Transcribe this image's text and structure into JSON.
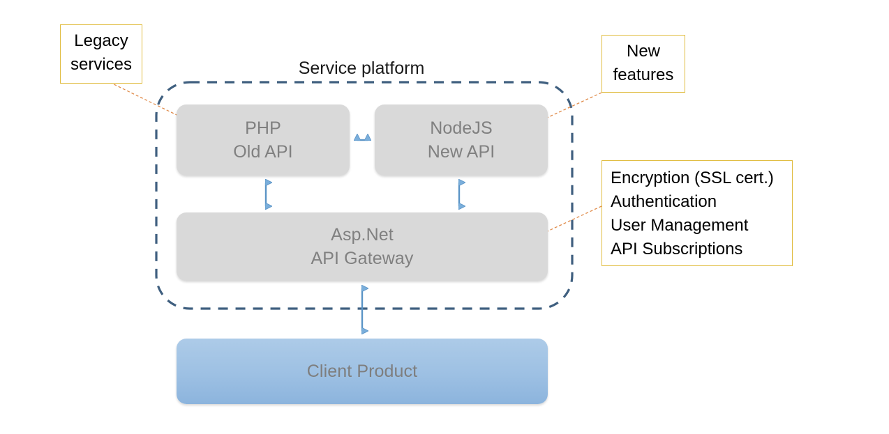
{
  "diagram": {
    "title": "Service platform",
    "platform_boundary": {
      "style": "dashed-rounded-rectangle",
      "stroke_color": "#3f5f7f"
    },
    "nodes": [
      {
        "id": "php",
        "line1": "PHP",
        "line2": "Old API",
        "fill": "#d9d9d9",
        "text_color": "#808080"
      },
      {
        "id": "nodejs",
        "line1": "NodeJS",
        "line2": "New API",
        "fill": "#d9d9d9",
        "text_color": "#808080"
      },
      {
        "id": "gateway",
        "line1": "Asp.Net",
        "line2": "API Gateway",
        "fill": "#d9d9d9",
        "text_color": "#808080"
      },
      {
        "id": "client",
        "line1": "Client Product",
        "line2": "",
        "fill": "#9dc0e3",
        "text_color": "#7e7e7e"
      }
    ],
    "connectors": {
      "color": "#4a90c4",
      "style": "double-headed-arrow",
      "links": [
        {
          "from": "php",
          "to": "nodejs",
          "orientation": "horizontal"
        },
        {
          "from": "php",
          "to": "gateway",
          "orientation": "vertical"
        },
        {
          "from": "nodejs",
          "to": "gateway",
          "orientation": "vertical"
        },
        {
          "from": "gateway",
          "to": "client",
          "orientation": "vertical"
        }
      ]
    },
    "callouts": [
      {
        "id": "legacy",
        "border_color": "#e0bc3f",
        "leader_color": "#e08030",
        "target": "php",
        "lines": [
          "Legacy",
          "services"
        ]
      },
      {
        "id": "new-features",
        "border_color": "#e0bc3f",
        "leader_color": "#e08030",
        "target": "nodejs",
        "lines": [
          "New",
          "features"
        ]
      },
      {
        "id": "security",
        "border_color": "#e0bc3f",
        "leader_color": "#e08030",
        "target": "gateway",
        "lines": [
          "Encryption (SSL cert.)",
          "Authentication",
          "User Management",
          "API Subscriptions"
        ]
      }
    ]
  }
}
